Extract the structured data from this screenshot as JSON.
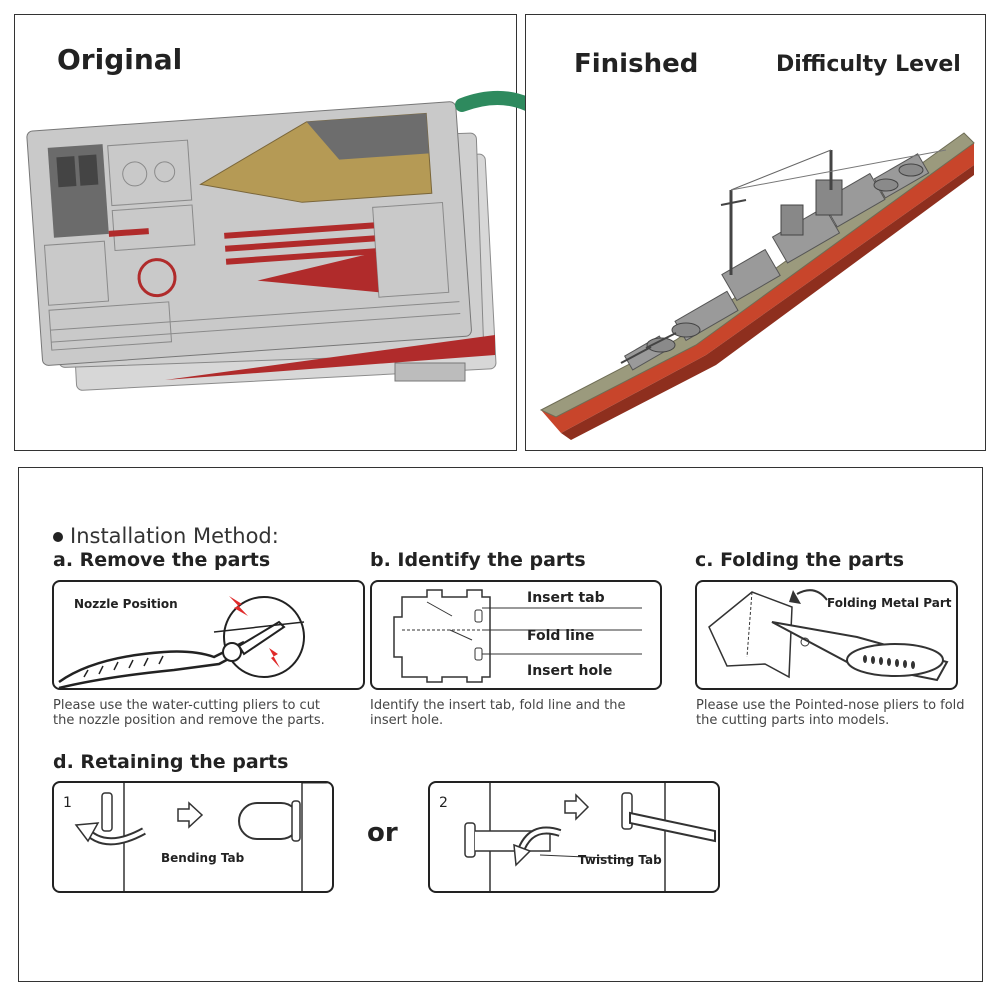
{
  "original": {
    "title": "Original"
  },
  "finished": {
    "title": "Finished",
    "difficulty_label": "Difficulty Level"
  },
  "installation": {
    "heading": "Installation Method:",
    "steps": {
      "a": {
        "title": "a. Remove the parts",
        "callout": "Nozzle Position",
        "description": "Please use the water-cutting pliers to cut the nozzle position and remove the parts."
      },
      "b": {
        "title": "b. Identify the parts",
        "labels": {
          "insert_tab": "Insert tab",
          "fold_line": "Fold line",
          "insert_hole": "Insert hole"
        },
        "description": "Identify the insert tab, fold line and the insert hole."
      },
      "c": {
        "title": "c. Folding the parts",
        "callout": "Folding Metal Part",
        "description": "Please use the Pointed-nose pliers to fold the cutting parts into models."
      },
      "d": {
        "title": "d. Retaining the parts",
        "option1": {
          "number": "1",
          "label": "Bending Tab"
        },
        "separator": "or",
        "option2": {
          "number": "2",
          "label": "Twisting Tab"
        }
      }
    }
  },
  "colors": {
    "arrow_green": "#2e8a5e",
    "hull_red": "#c8452b",
    "metal": "#b8b8b8",
    "brass": "#b59a55"
  }
}
